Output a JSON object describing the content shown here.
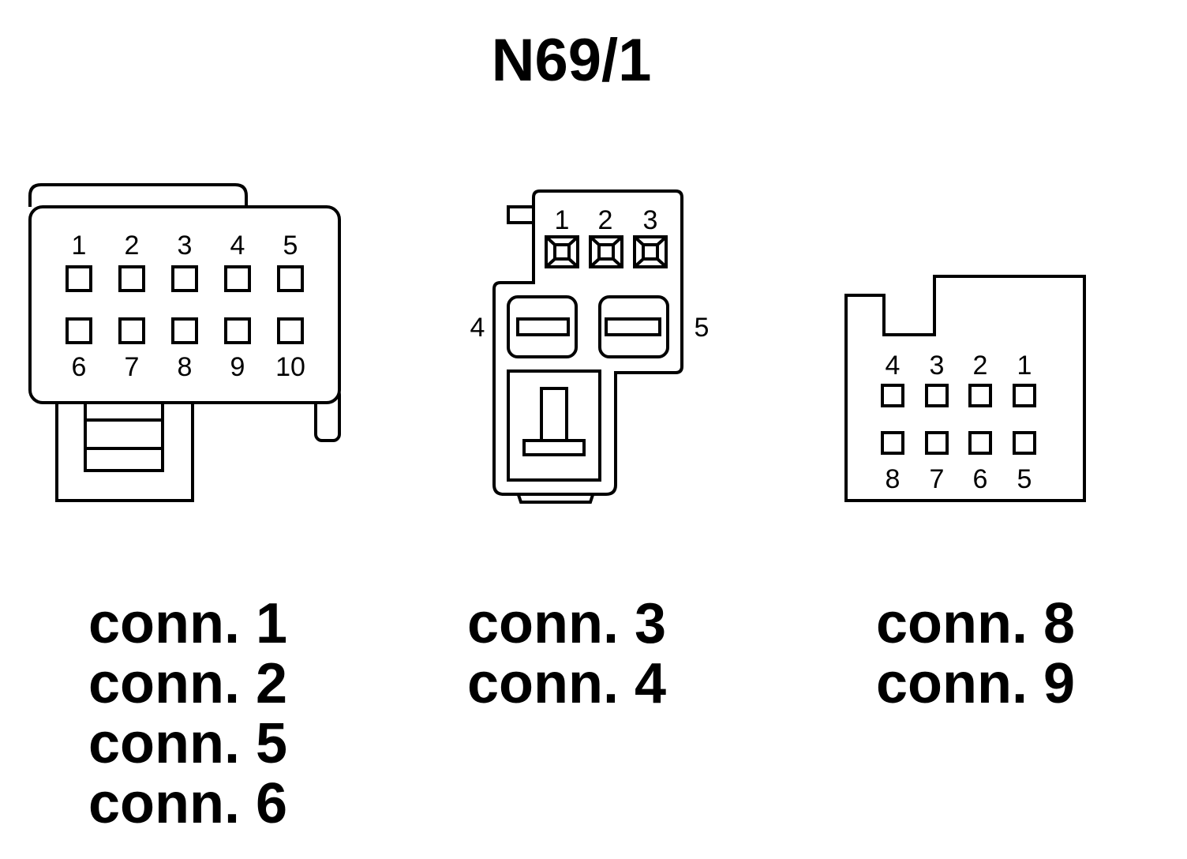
{
  "title": "N69/1",
  "connector_a": {
    "pins_top": [
      "1",
      "2",
      "3",
      "4",
      "5"
    ],
    "pins_bottom": [
      "6",
      "7",
      "8",
      "9",
      "10"
    ],
    "labels": [
      "conn. 1",
      "conn. 2",
      "conn. 5",
      "conn. 6"
    ]
  },
  "connector_b": {
    "pins_top": [
      "1",
      "2",
      "3"
    ],
    "pin_left": "4",
    "pin_right": "5",
    "labels": [
      "conn. 3",
      "conn. 4"
    ]
  },
  "connector_c": {
    "pins_top": [
      "4",
      "3",
      "2",
      "1"
    ],
    "pins_bottom": [
      "8",
      "7",
      "6",
      "5"
    ],
    "labels": [
      "conn. 8",
      "conn. 9"
    ]
  }
}
